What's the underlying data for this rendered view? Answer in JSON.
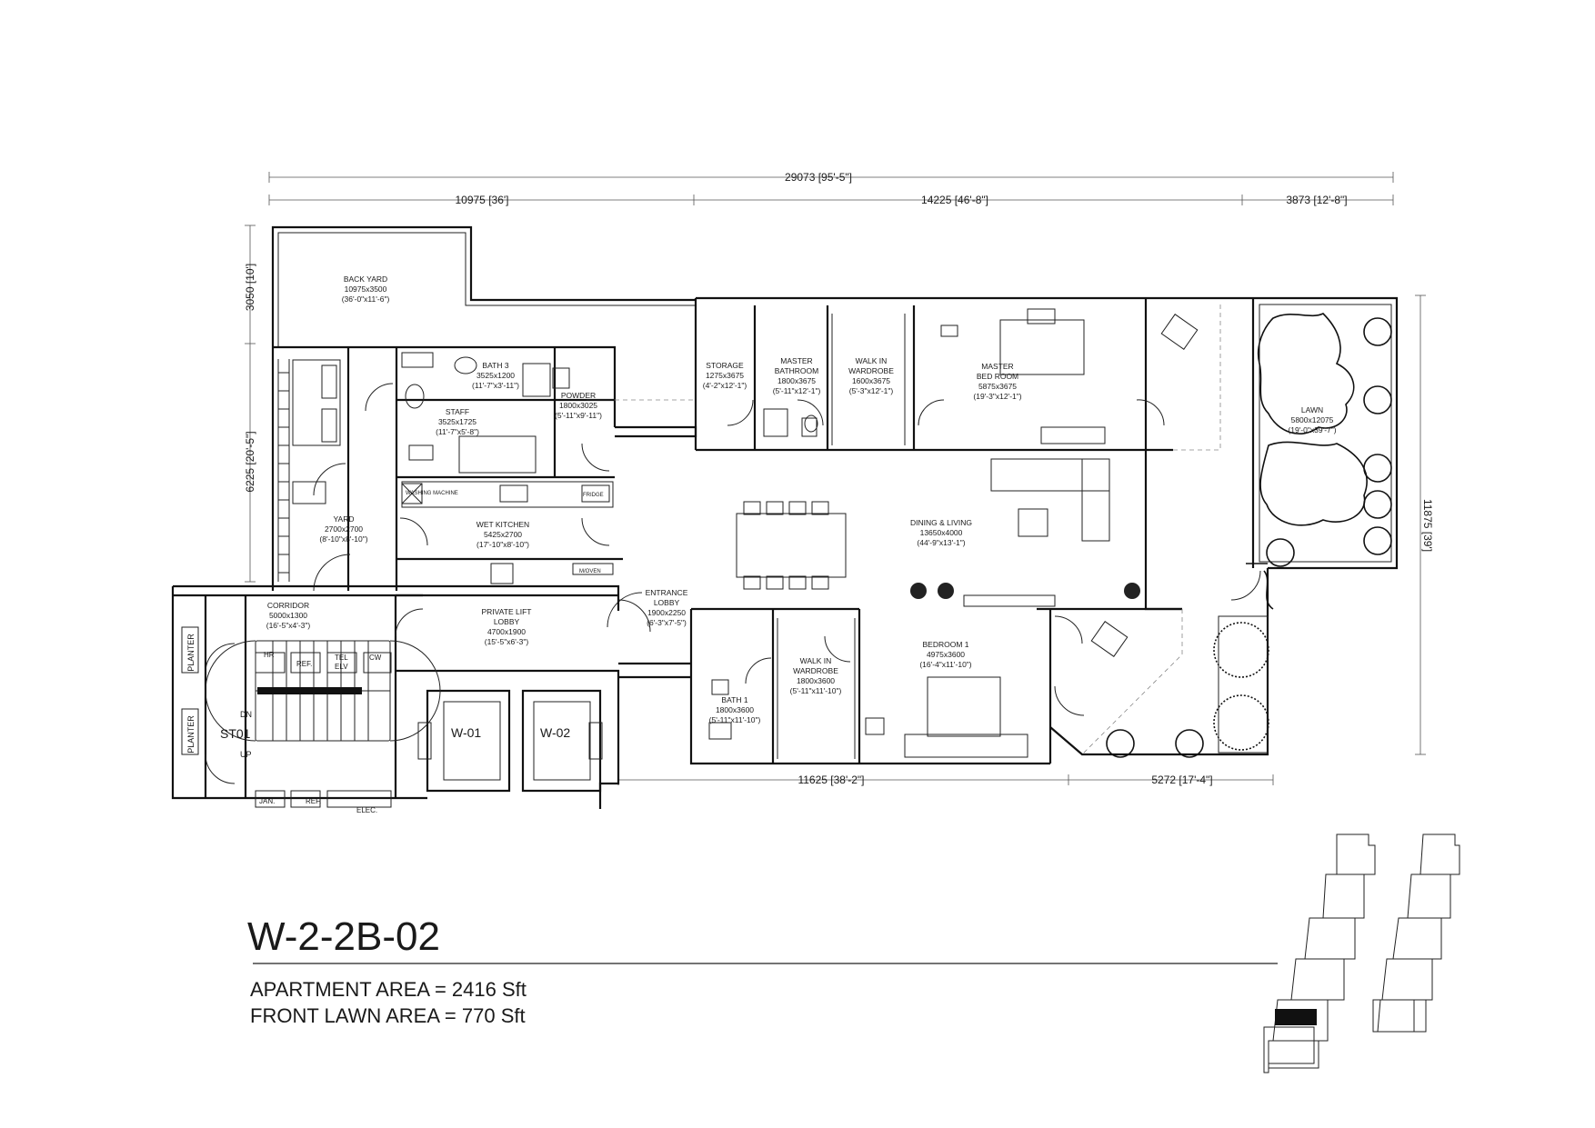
{
  "unit_code": "W-2-2B-02",
  "areas": [
    "APARTMENT AREA = 2416 Sft",
    "FRONT LAWN AREA = 770 Sft"
  ],
  "dimensions": {
    "overall_width": "29073 [95'-5\"]",
    "seg_left": "10975 [36']",
    "seg_mid": "14225 [46'-8\"]",
    "seg_right": "3873 [12'-8\"]",
    "left_top": "3050 [10']",
    "left_mid": "6225 [20'-5\"]",
    "right_depth": "11875 [39']",
    "bottom_left": "11625 [38'-2\"]",
    "bottom_right": "5272 [17'-4\"]"
  },
  "rooms": {
    "backyard": {
      "name": "BACK YARD",
      "size": "10975x3500",
      "imperial": "(36'-0\"x11'-6\")"
    },
    "bath3": {
      "name": "BATH 3",
      "size": "3525x1200",
      "imperial": "(11'-7\"x3'-11\")"
    },
    "staff": {
      "name": "STAFF",
      "size": "3525x1725",
      "imperial": "(11'-7\"x5'-8\")"
    },
    "powder": {
      "name": "POWDER",
      "size": "1800x3025",
      "imperial": "(5'-11\"x9'-11\")"
    },
    "yard": {
      "name": "YARD",
      "size": "2700x2700",
      "imperial": "(8'-10\"x8'-10\")"
    },
    "wetkitchen": {
      "name": "WET KITCHEN",
      "size": "5425x2700",
      "imperial": "(17'-10\"x8'-10\")"
    },
    "storage": {
      "name": "STORAGE",
      "size": "1275x3675",
      "imperial": "(4'-2\"x12'-1\")"
    },
    "masterbath": {
      "name1": "MASTER",
      "name2": "BATHROOM",
      "size": "1800x3675",
      "imperial": "(5'-11\"x12'-1\")"
    },
    "wiw1": {
      "name1": "WALK IN",
      "name2": "WARDROBE",
      "size": "1600x3675",
      "imperial": "(5'-3\"x12'-1\")"
    },
    "masterbed": {
      "name1": "MASTER",
      "name2": "BED ROOM",
      "size": "5875x3675",
      "imperial": "(19'-3\"x12'-1\")"
    },
    "lawn": {
      "name": "LAWN",
      "size": "5800x12075",
      "imperial": "(19'-0\"x39'-7\")"
    },
    "dining": {
      "name": "DINING & LIVING",
      "size": "13650x4000",
      "imperial": "(44'-9\"x13'-1\")"
    },
    "corridor": {
      "name": "CORRIDOR",
      "size": "5000x1300",
      "imperial": "(16'-5\"x4'-3\")"
    },
    "liftlobby": {
      "name1": "PRIVATE LIFT",
      "name2": "LOBBY",
      "size": "4700x1900",
      "imperial": "(15'-5\"x6'-3\")"
    },
    "entrance": {
      "name1": "ENTRANCE",
      "name2": "LOBBY",
      "size": "1900x2250",
      "imperial": "(6'-3\"x7'-5\")"
    },
    "wiw2": {
      "name1": "WALK IN",
      "name2": "WARDROBE",
      "size": "1800x3600",
      "imperial": "(5'-11\"x11'-10\")"
    },
    "bath1": {
      "name": "BATH 1",
      "size": "1800x3600",
      "imperial": "(5'-11\"x11'-10\")"
    },
    "bedroom1": {
      "name": "BEDROOM 1",
      "size": "4975x3600",
      "imperial": "(16'-4\"x11'-10\")"
    }
  },
  "labels": {
    "planter": "PLANTER",
    "st01": "ST01",
    "dn": "DN",
    "up": "UP",
    "w01": "W-01",
    "w02": "W-02",
    "hr": "HR",
    "ref": "REF.",
    "tel": "TEL",
    "elv": "ELV",
    "cw": "CW",
    "jan": "JAN.",
    "elec": "ELEC.",
    "washing": "WASHING MACHINE",
    "fridge": "FRIDGE",
    "woven": "M/OVEN"
  }
}
